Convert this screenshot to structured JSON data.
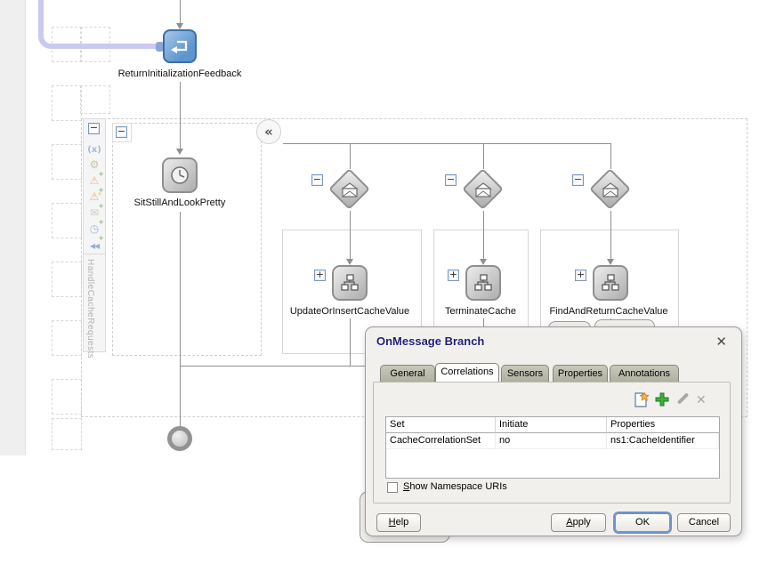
{
  "icons": {
    "collapse": "−",
    "expand": "+",
    "collapse_chevrons": "«",
    "close": "✕",
    "delete": "✕",
    "variables": "(x)",
    "gear": "⚙",
    "warning": "⚠",
    "star": "★",
    "envelope": "✉",
    "clock": "◷",
    "rewind": "◀◀"
  },
  "canvas": {
    "return_node_label": "ReturnInitializationFeedback",
    "wait_node_label": "SitStillAndLookPretty",
    "scope_label": "HandleCacheRequests",
    "branch_labels": [
      "UpdateOrInsertCacheValue",
      "TerminateCache",
      "FindAndReturnCacheValue"
    ]
  },
  "dialog": {
    "title": "OnMessage Branch",
    "tabs": [
      {
        "label": "General"
      },
      {
        "label": "Correlations"
      },
      {
        "label": "Sensors"
      },
      {
        "label": "Properties"
      },
      {
        "label": "Annotations"
      }
    ],
    "active_tab": "Correlations",
    "table": {
      "columns": [
        "Set",
        "Initiate",
        "Properties"
      ],
      "rows": [
        [
          "CacheCorrelationSet",
          "no",
          "ns1:CacheIdentifier"
        ]
      ]
    },
    "checkbox": {
      "mnemonic": "S",
      "rest": "how Namespace URIs",
      "checked": false
    },
    "buttons": {
      "help": {
        "mnemonic": "H",
        "rest": "elp"
      },
      "apply": {
        "mnemonic": "A",
        "rest": "pply"
      },
      "ok": {
        "label": "OK"
      },
      "cancel": {
        "label": "Cancel"
      }
    }
  },
  "colors": {
    "node_blue": "#5e97cf",
    "node_border_blue": "#3a6ea5",
    "diagram_gray": "#8f8f8f",
    "connector_lavender": "#c9c9f2",
    "dialog_bg": "#f2f0ed",
    "tab_inactive": "#b6b6a7",
    "title_navy": "#1f1f78",
    "plus_green": "#2f9e2f",
    "warning_orange": "#e08a3c"
  }
}
